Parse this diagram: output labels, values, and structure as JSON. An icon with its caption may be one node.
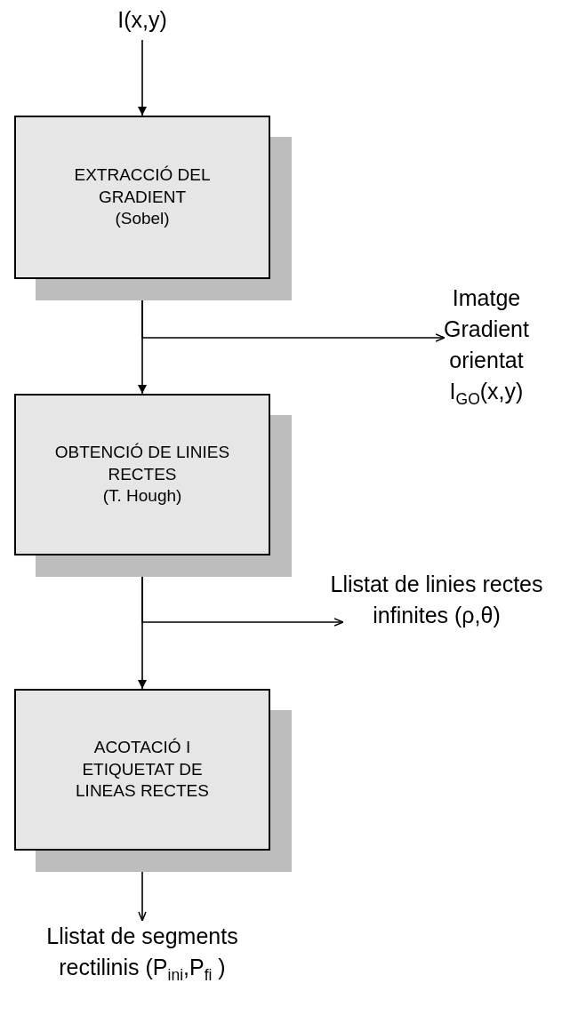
{
  "diagram": {
    "nodes": [
      {
        "text": [
          "I(x,y)"
        ]
      },
      {
        "text": [
          "EXTRACCIÓ DEL GRADIENT",
          "(Sobel)"
        ]
      },
      {
        "text": [
          "Imatge Gradient orientat I$_{GO}$(x,y)"
        ]
      },
      {
        "text": [
          "OBTENCIÓ DE LINIES RECTES",
          "(T. Hough)"
        ]
      },
      {
        "text": [
          "Llistat de linies rectes infinites (ρ,θ)"
        ]
      },
      {
        "text": [
          "ACOTACIÓ I ETIQUETAT DE LINEAS RECTES"
        ]
      },
      {
        "text": [
          "Llistat de segments rectilinis (P$_{ini}$,P$_{fi}$ )"
        ]
      }
    ],
    "edges": [
      {
        "from": 0,
        "to": 1,
        "arrow": "to"
      },
      {
        "from": 1,
        "to": 3,
        "arrow": "to"
      },
      {
        "from": 1,
        "to": 2,
        "arrow": "to"
      },
      {
        "from": 3,
        "to": 5,
        "arrow": "to"
      },
      {
        "from": 3,
        "to": 4,
        "arrow": "to"
      },
      {
        "from": 5,
        "to": 6,
        "arrow": "to"
      }
    ]
  }
}
